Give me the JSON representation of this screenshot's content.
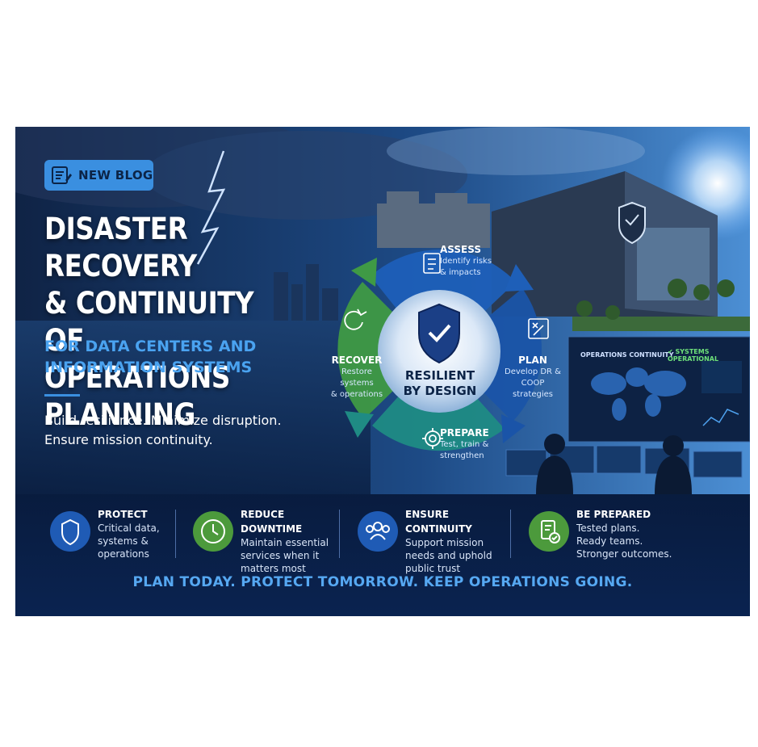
{
  "badge": {
    "label": "NEW BLOG",
    "icon": "blog-document-icon"
  },
  "title": [
    "DISASTER RECOVERY",
    "& CONTINUITY OF",
    "OPERATIONS PLANNING"
  ],
  "subtitle": [
    "FOR DATA CENTERS AND",
    "INFORMATION SYSTEMS"
  ],
  "tagline": [
    "Build resilience. Minimize disruption.",
    "Ensure mission continuity."
  ],
  "cycle": {
    "center": [
      "RESILIENT",
      "BY DESIGN"
    ],
    "center_icon": "shield-check-icon",
    "steps": [
      {
        "title": "ASSESS",
        "desc": [
          "Identify risks",
          "& impacts"
        ],
        "icon": "checklist-icon"
      },
      {
        "title": "PLAN",
        "desc": [
          "Develop DR &",
          "COOP strategies"
        ],
        "icon": "strategy-board-icon"
      },
      {
        "title": "PREPARE",
        "desc": [
          "Test, train &",
          "strengthen"
        ],
        "icon": "gear-icon"
      },
      {
        "title": "RECOVER",
        "desc": [
          "Restore systems",
          "& operations"
        ],
        "icon": "refresh-icon"
      }
    ]
  },
  "operations": {
    "header": "OPERATIONS CONTINUITY",
    "status": "SYSTEMS OPERATIONAL"
  },
  "features": [
    {
      "title": "PROTECT",
      "desc": [
        "Critical data,",
        "systems &",
        "operations"
      ],
      "icon": "shield-icon"
    },
    {
      "title": "REDUCE DOWNTIME",
      "desc": [
        "Maintain essential",
        "services when it",
        "matters most"
      ],
      "icon": "clock-icon"
    },
    {
      "title": "ENSURE CONTINUITY",
      "desc": [
        "Support mission",
        "needs and uphold",
        "public trust"
      ],
      "icon": "people-icon"
    },
    {
      "title": "BE PREPARED",
      "desc": [
        "Tested plans.",
        "Ready teams.",
        "Stronger outcomes."
      ],
      "icon": "document-check-icon"
    }
  ],
  "slogan": "PLAN TODAY. PROTECT TOMORROW.  KEEP OPERATIONS GOING.",
  "colors": {
    "accent": "#3a8fe0",
    "navy": "#0a2350",
    "green": "#3f9a45",
    "teal": "#1f8b84",
    "blue": "#1e5fb8"
  }
}
